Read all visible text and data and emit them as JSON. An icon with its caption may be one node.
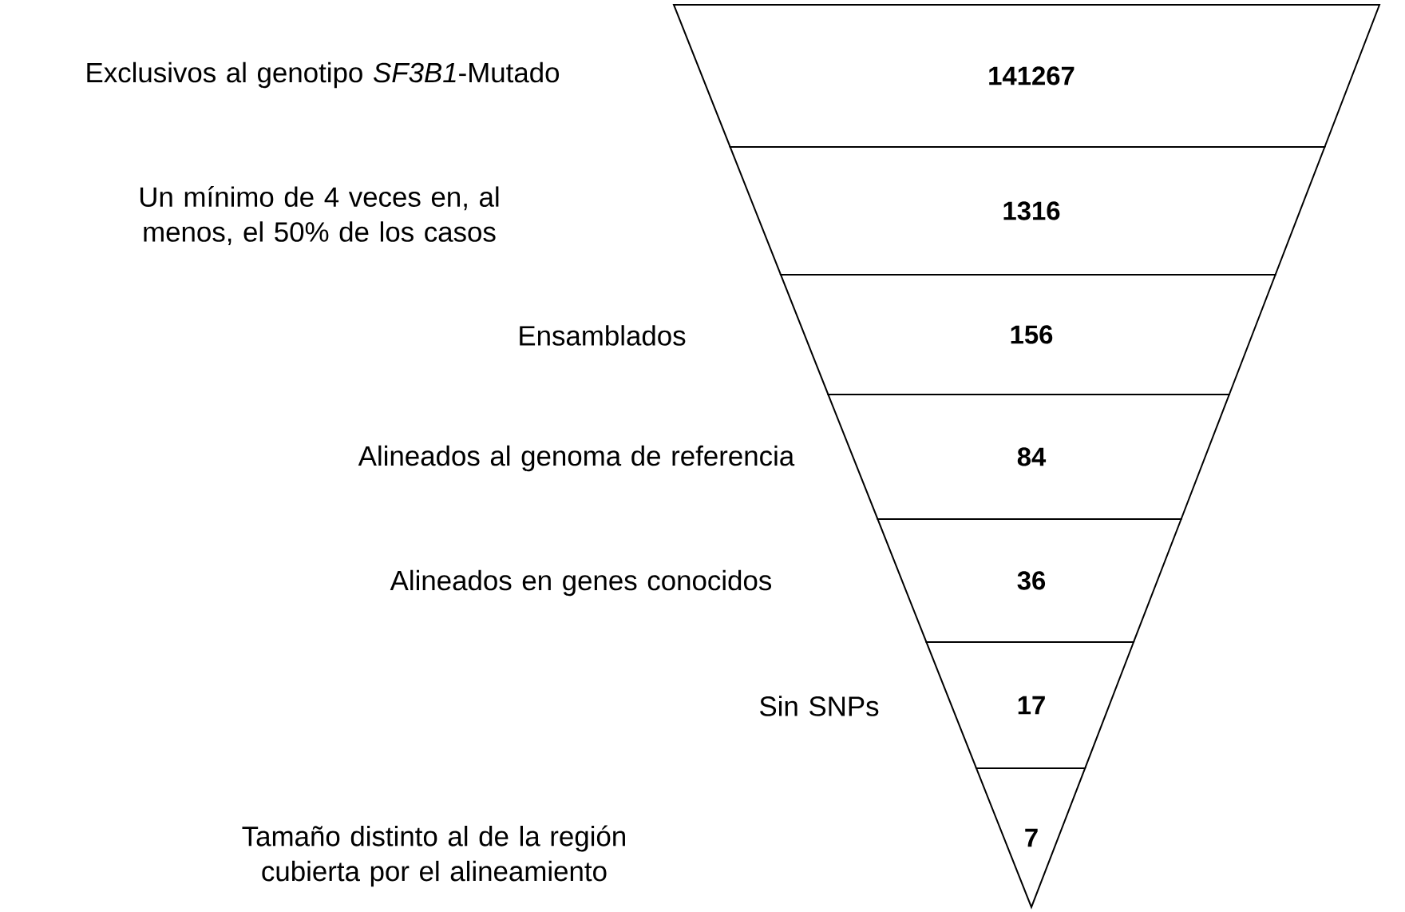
{
  "diagram": {
    "nodes": [
      {
        "text": [
          "141267"
        ]
      },
      {
        "text": [
          "1316"
        ]
      },
      {
        "text": [
          "156"
        ]
      },
      {
        "text": [
          "84"
        ]
      },
      {
        "text": [
          "36"
        ]
      },
      {
        "text": [
          "17"
        ]
      },
      {
        "text": [
          "7"
        ]
      }
    ],
    "labels": [
      "Exclusivos al genotipo *SF3B1*-Mutado",
      "Un mínimo de 4 veces en, al menos, el 50% de los casos",
      "Ensamblados",
      "Alineados al genoma de referencia",
      "Alineados en genes conocidos",
      "Sin SNPs",
      "Tamaño distinto al de la región cubierta por el alineamiento"
    ]
  }
}
